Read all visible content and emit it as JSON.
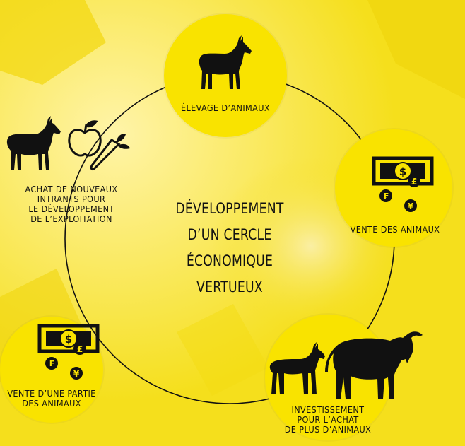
{
  "title": "DÉVELOPPEMENT\nD’UN CERCLE ÉCONOMIQUE\nVERTUEUX",
  "nodes": {
    "elevage": "ÉLEVAGE D’ANIMAUX",
    "vente": "VENTE DES ANIMAUX",
    "investissement": "INVESTISSEMENT\nPOUR L’ACHAT\nDE PLUS D’ANIMAUX",
    "vente_partie": "VENTE D’UNE PARTIE\nDES ANIMAUX",
    "achat": "ACHAT DE NOUVEAUX\nINTRANTS POUR\nLE DÉVELOPPEMENT\nDE L’EXPLOITATION"
  },
  "icons": {
    "elevage": "goat-icon",
    "vente": "money-icon",
    "investissement": "goat-and-ox-icon",
    "vente_partie": "money-icon",
    "achat": "goat-apple-carrot-icon"
  },
  "currency": {
    "dollar": "$",
    "pound": "£",
    "franc": "₣",
    "yen": "¥"
  },
  "colors": {
    "accent": "#f9e300",
    "ink": "#111111",
    "background": "#f6e22a"
  }
}
